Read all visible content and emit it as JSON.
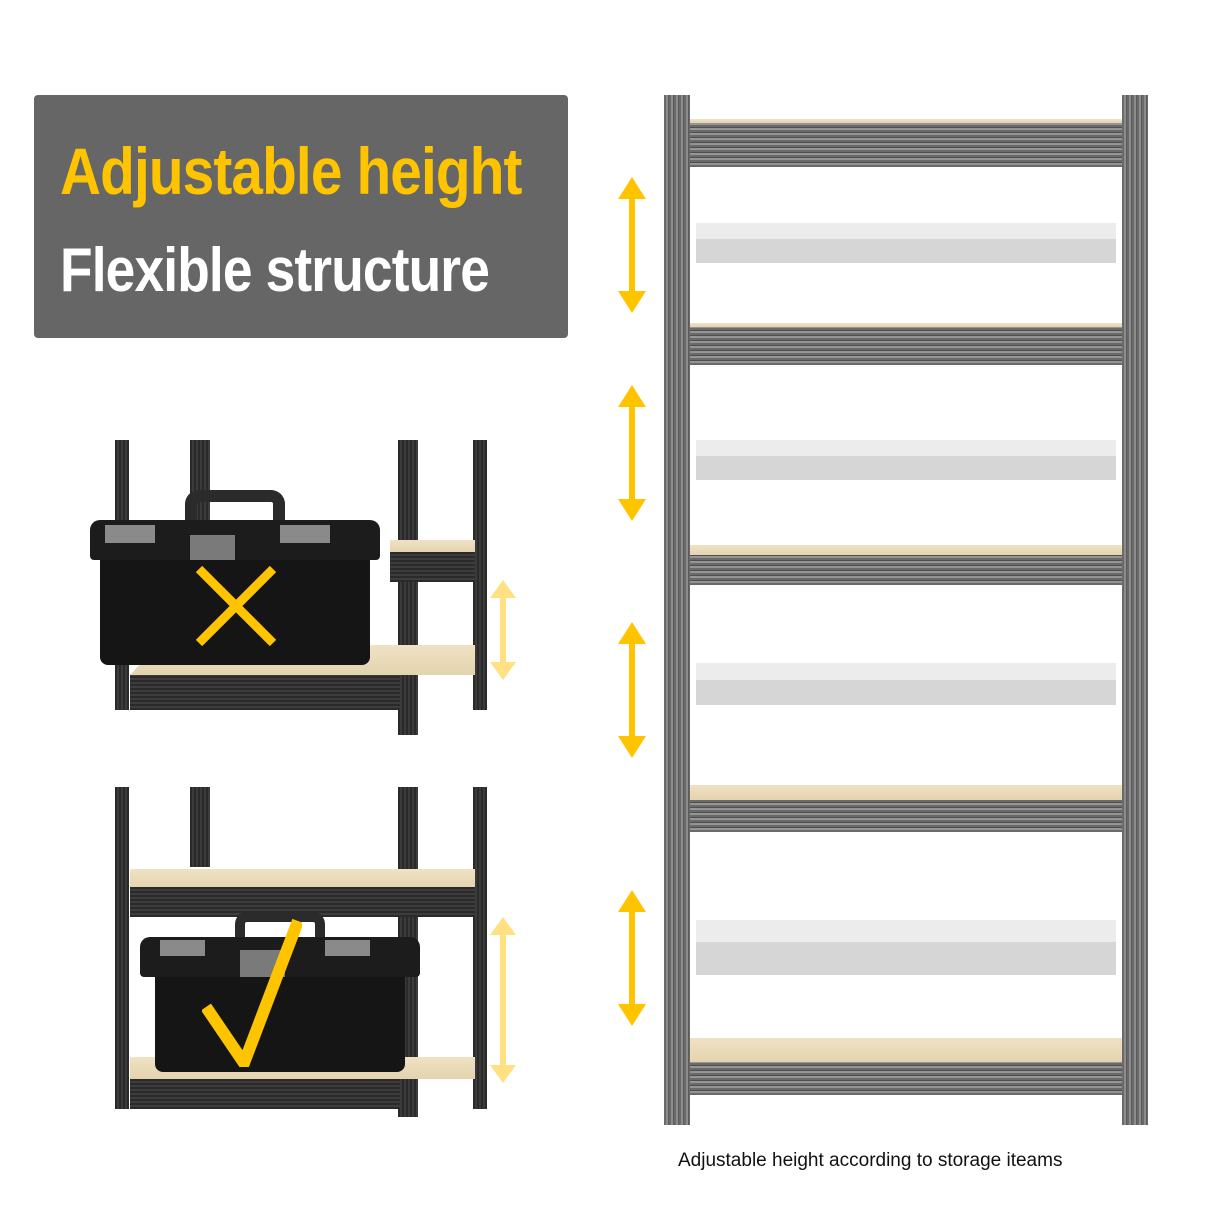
{
  "banner": {
    "headline": "Adjustable height",
    "subheadline": "Flexible structure",
    "headline_color": "#FFC400",
    "subheadline_color": "#FFFFFF",
    "background_color": "#666666"
  },
  "examples": [
    {
      "name": "too-low-shelf",
      "mark": "cross-icon",
      "meaning": "toolbox does not fit"
    },
    {
      "name": "adjusted-shelf",
      "mark": "check-icon",
      "meaning": "toolbox fits after adjusting shelf height"
    }
  ],
  "main_rack": {
    "shelves_solid": 5,
    "shelves_ghost": 4,
    "arrows": 4,
    "arrow_color": "#FFC400"
  },
  "caption": "Adjustable height according to storage iteams"
}
